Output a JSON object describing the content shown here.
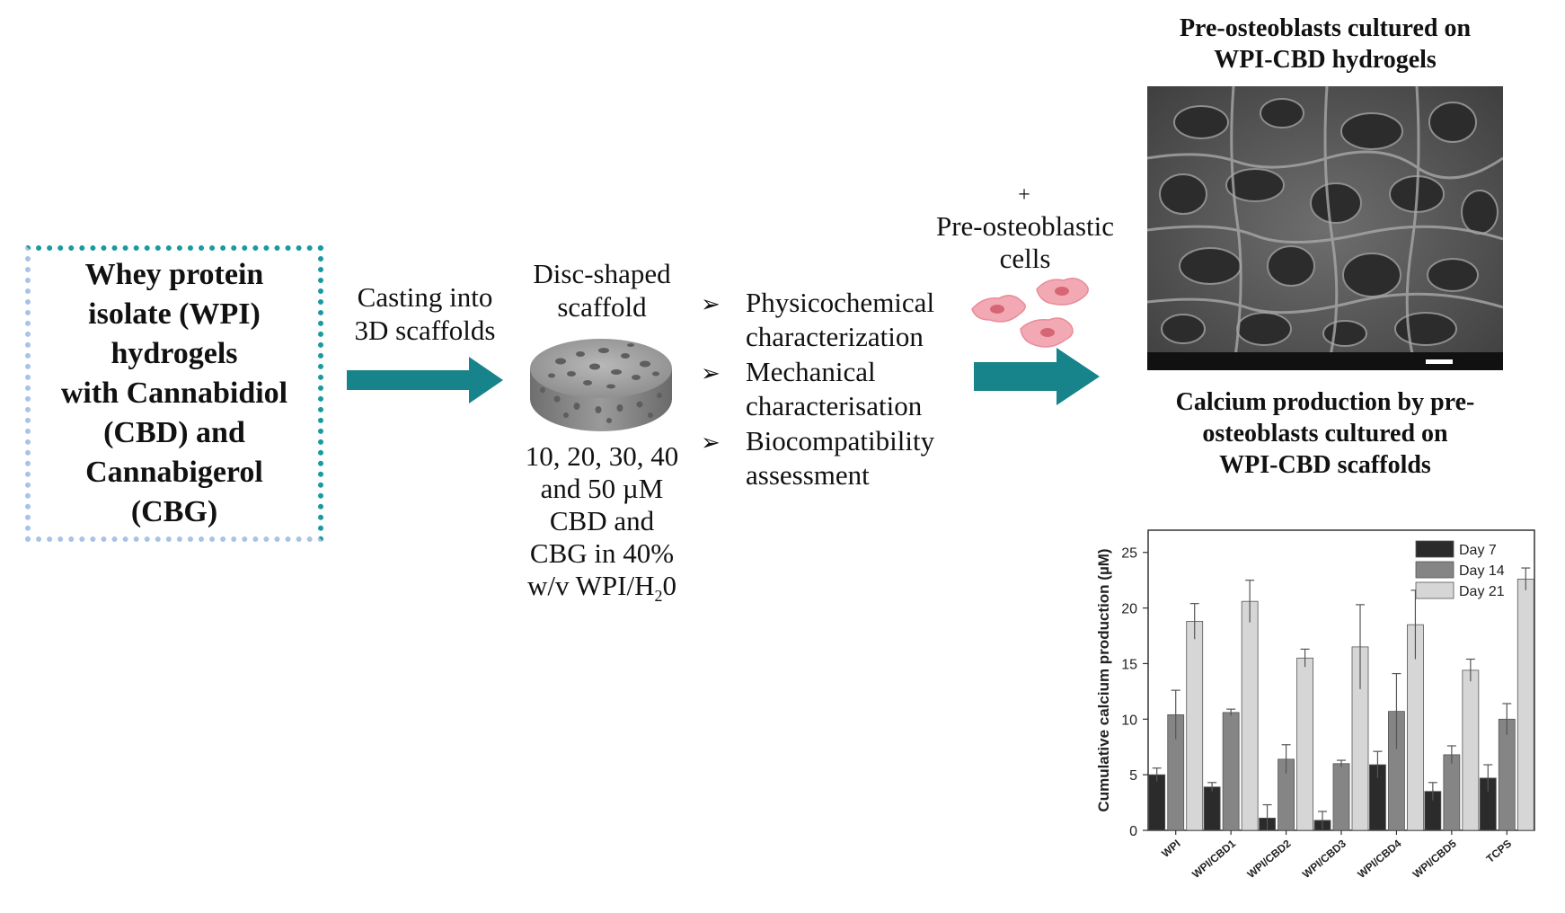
{
  "left_box": {
    "lines": [
      "Whey protein",
      "isolate (WPI)",
      "hydrogels",
      "with Cannabidiol",
      "(CBD) and",
      "Cannabigerol",
      "(CBG)"
    ]
  },
  "arrow1_label": {
    "lines": [
      "Casting into",
      "3D scaffolds"
    ]
  },
  "scaffold": {
    "title_lines": [
      "Disc-shaped",
      "scaffold"
    ],
    "desc_lines": [
      "10, 20, 30, 40",
      "and 50 µM",
      "CBD and",
      "CBG in 40%"
    ],
    "desc_last_prefix": "w/v WPI/H",
    "desc_last_sub": "2",
    "desc_last_suffix": "0"
  },
  "characterization": {
    "bullet_symbol": "➢",
    "items": [
      {
        "line1": "Physicochemical",
        "line2": "characterization"
      },
      {
        "line1": "Mechanical",
        "line2": "characterisation"
      },
      {
        "line1": "Biocompatibility",
        "line2": "assessment"
      }
    ]
  },
  "cells": {
    "plus": "+",
    "lines": [
      "Pre-osteoblastic",
      "cells"
    ],
    "color": "#f2a7b0"
  },
  "sem_panel": {
    "title_lines": [
      "Pre-osteoblasts cultured on",
      "WPI-CBD hydrogels"
    ]
  },
  "calcium_panel": {
    "title_lines": [
      "Calcium production by pre-",
      "osteoblasts cultured on",
      "WPI-CBD scaffolds"
    ]
  },
  "colors": {
    "arrow": "#17838a",
    "teal_border": "#1a9aa0"
  },
  "chart_data": {
    "type": "bar",
    "title": "",
    "xlabel": "",
    "ylabel": "Cumulative calcium production (µM)",
    "ylim": [
      0,
      27
    ],
    "yticks": [
      0,
      5,
      10,
      15,
      20,
      25
    ],
    "categories": [
      "WPI",
      "WPI/CBD1",
      "WPI/CBD2",
      "WPI/CBD3",
      "WPI/CBD4",
      "WPI/CBD5",
      "TCPS"
    ],
    "legend_position": "top-right",
    "series": [
      {
        "name": "Day 7",
        "color": "#2b2b2b",
        "values": [
          5.0,
          3.9,
          1.1,
          0.9,
          5.9,
          3.5,
          4.7
        ],
        "errors": [
          0.6,
          0.4,
          1.2,
          0.8,
          1.2,
          0.8,
          1.2
        ]
      },
      {
        "name": "Day 14",
        "color": "#858585",
        "values": [
          10.4,
          10.6,
          6.4,
          6.0,
          10.7,
          6.8,
          10.0
        ],
        "errors": [
          2.2,
          0.3,
          1.3,
          0.3,
          3.4,
          0.8,
          1.4
        ]
      },
      {
        "name": "Day 21",
        "color": "#d6d6d6",
        "values": [
          18.8,
          20.6,
          15.5,
          16.5,
          18.5,
          14.4,
          22.6
        ],
        "errors": [
          1.6,
          1.9,
          0.8,
          3.8,
          3.1,
          1.0,
          1.0
        ]
      }
    ]
  }
}
